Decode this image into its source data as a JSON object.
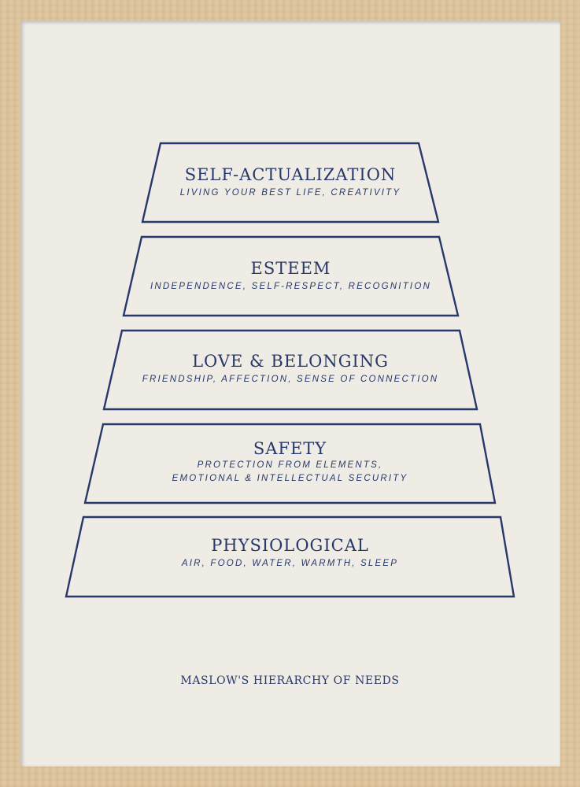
{
  "poster": {
    "caption": "MASLOW'S HIERARCHY OF NEEDS",
    "colors": {
      "ink": "#26396a",
      "paper": "#efebe5",
      "frame": "#dcc39c"
    },
    "levels": [
      {
        "title": "SELF-ACTUALIZATION",
        "desc_lines": [
          "Living your best life, creativity"
        ]
      },
      {
        "title": "ESTEEM",
        "desc_lines": [
          "Independence, self-respect, recognition"
        ]
      },
      {
        "title": "LOVE & BELONGING",
        "desc_lines": [
          "Friendship, affection, sense of connection"
        ]
      },
      {
        "title": "SAFETY",
        "desc_lines": [
          "Protection from elements,",
          "emotional & intellectual security"
        ]
      },
      {
        "title": "PHYSIOLOGICAL",
        "desc_lines": [
          "Air, food, water, warmth, sleep"
        ]
      }
    ]
  }
}
